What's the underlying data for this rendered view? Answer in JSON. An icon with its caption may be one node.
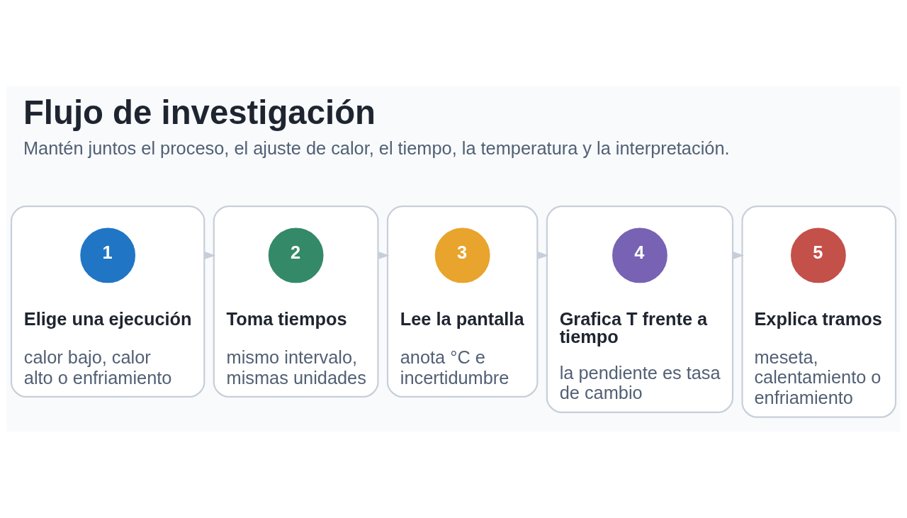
{
  "diagram": {
    "title": "Flujo de investigación",
    "caption": "Mantén juntos el proceso, el ajuste de calor, el tiempo, la temperatura y la interpretación.",
    "nodes": [
      {
        "text": [
          "Elige una ejecución",
          "calor bajo, calor alto o enfriamiento"
        ]
      },
      {
        "text": [
          "1"
        ],
        "in": 0
      },
      {
        "text": [
          "Toma tiempos",
          "mismo intervalo, mismas unidades"
        ]
      },
      {
        "text": [
          "2"
        ],
        "in": 2
      },
      {
        "text": [
          "Lee la pantalla",
          "anota °C e incertidumbre"
        ]
      },
      {
        "text": [
          "3"
        ],
        "in": 4
      },
      {
        "text": [
          "Grafica T frente a tiempo",
          "la pendiente es tasa de cambio"
        ]
      },
      {
        "text": [
          "4"
        ],
        "in": 6
      },
      {
        "text": [
          "Explica tramos",
          "meseta, calentamiento o enfriamiento"
        ]
      },
      {
        "text": [
          "5"
        ],
        "in": 8
      }
    ],
    "edges": [
      {
        "from": 0,
        "to": 2,
        "arrow": "to"
      },
      {
        "from": 2,
        "to": 4,
        "arrow": "to"
      },
      {
        "from": 4,
        "to": 6,
        "arrow": "to"
      },
      {
        "from": 6,
        "to": 8,
        "arrow": "to"
      }
    ]
  }
}
